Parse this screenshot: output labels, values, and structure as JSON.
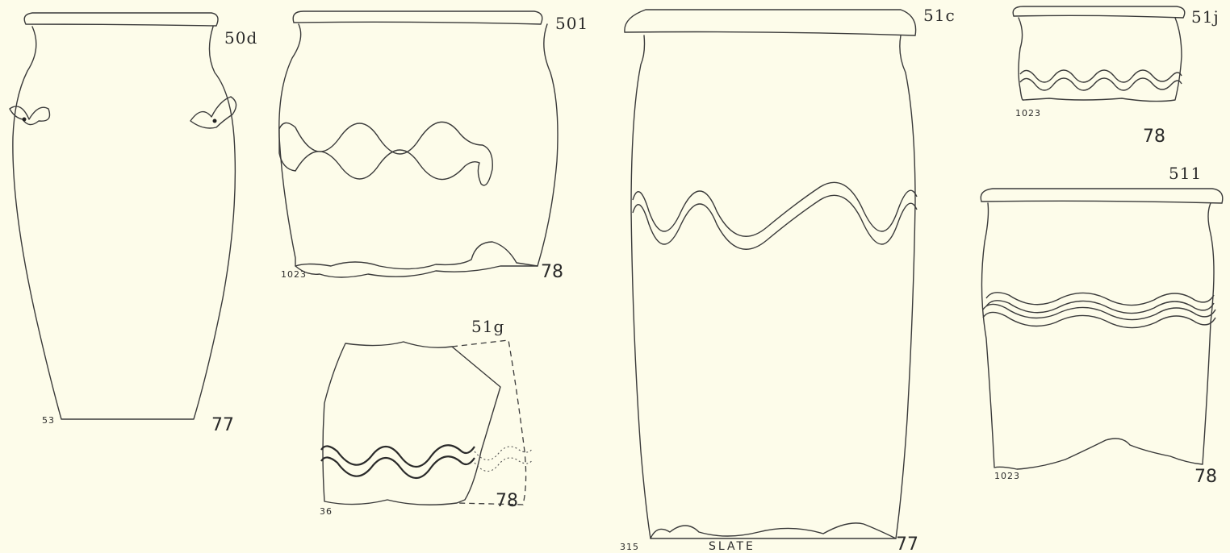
{
  "figures": {
    "f50d": {
      "id": "50d",
      "left": "53",
      "right": "77"
    },
    "f50l": {
      "id": "501",
      "left": "1023",
      "right": "78"
    },
    "f51g": {
      "id": "51g",
      "left": "36",
      "right": "78"
    },
    "f51c": {
      "id": "51c",
      "left": "315",
      "center": "SLATE",
      "right": "77"
    },
    "f51j": {
      "id": "51j",
      "left": "1023",
      "right": "78"
    },
    "f51l": {
      "id": "511",
      "left": "1023",
      "right": "78"
    }
  }
}
